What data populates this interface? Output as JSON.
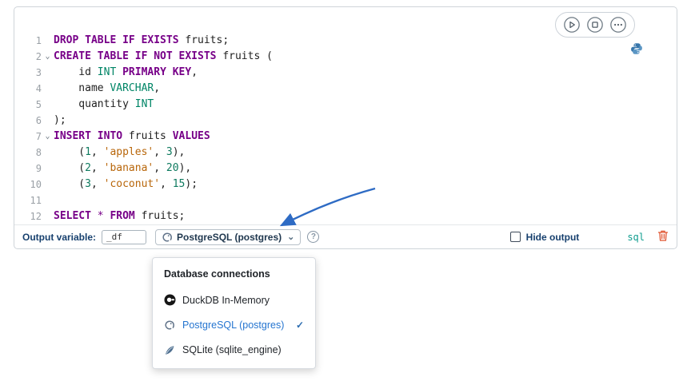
{
  "cell": {
    "toolbar": {
      "buttons": [
        {
          "name": "run-button",
          "icon": "play-icon"
        },
        {
          "name": "interrupt-button",
          "icon": "stop-icon"
        },
        {
          "name": "more-actions-button",
          "icon": "ellipsis-icon"
        }
      ]
    },
    "kernel_icon": "python-icon",
    "editor": {
      "lines": [
        {
          "n": "1",
          "fold": false,
          "tokens": [
            {
              "t": "DROP TABLE IF EXISTS",
              "s": "kw"
            },
            {
              "t": " fruits;",
              "s": "pl"
            }
          ]
        },
        {
          "n": "2",
          "fold": true,
          "tokens": [
            {
              "t": "CREATE TABLE IF NOT EXISTS",
              "s": "kw"
            },
            {
              "t": " fruits (",
              "s": "pl"
            }
          ]
        },
        {
          "n": "3",
          "fold": false,
          "tokens": [
            {
              "t": "    id ",
              "s": "pl"
            },
            {
              "t": "INT",
              "s": "ty"
            },
            {
              "t": " ",
              "s": "pl"
            },
            {
              "t": "PRIMARY KEY",
              "s": "kw"
            },
            {
              "t": ",",
              "s": "pl"
            }
          ]
        },
        {
          "n": "4",
          "fold": false,
          "tokens": [
            {
              "t": "    name ",
              "s": "pl"
            },
            {
              "t": "VARCHAR",
              "s": "ty"
            },
            {
              "t": ",",
              "s": "pl"
            }
          ]
        },
        {
          "n": "5",
          "fold": false,
          "tokens": [
            {
              "t": "    quantity ",
              "s": "pl"
            },
            {
              "t": "INT",
              "s": "ty"
            }
          ]
        },
        {
          "n": "6",
          "fold": false,
          "tokens": [
            {
              "t": ");",
              "s": "pl"
            }
          ]
        },
        {
          "n": "7",
          "fold": true,
          "tokens": [
            {
              "t": "INSERT INTO",
              "s": "kw"
            },
            {
              "t": " fruits ",
              "s": "pl"
            },
            {
              "t": "VALUES",
              "s": "kw"
            }
          ]
        },
        {
          "n": "8",
          "fold": false,
          "tokens": [
            {
              "t": "    (",
              "s": "pl"
            },
            {
              "t": "1",
              "s": "num"
            },
            {
              "t": ", ",
              "s": "pl"
            },
            {
              "t": "'apples'",
              "s": "str"
            },
            {
              "t": ", ",
              "s": "pl"
            },
            {
              "t": "3",
              "s": "num"
            },
            {
              "t": "),",
              "s": "pl"
            }
          ]
        },
        {
          "n": "9",
          "fold": false,
          "tokens": [
            {
              "t": "    (",
              "s": "pl"
            },
            {
              "t": "2",
              "s": "num"
            },
            {
              "t": ", ",
              "s": "pl"
            },
            {
              "t": "'banana'",
              "s": "str"
            },
            {
              "t": ", ",
              "s": "pl"
            },
            {
              "t": "20",
              "s": "num"
            },
            {
              "t": "),",
              "s": "pl"
            }
          ]
        },
        {
          "n": "10",
          "fold": false,
          "tokens": [
            {
              "t": "    (",
              "s": "pl"
            },
            {
              "t": "3",
              "s": "num"
            },
            {
              "t": ", ",
              "s": "pl"
            },
            {
              "t": "'coconut'",
              "s": "str"
            },
            {
              "t": ", ",
              "s": "pl"
            },
            {
              "t": "15",
              "s": "num"
            },
            {
              "t": ");",
              "s": "pl"
            }
          ]
        },
        {
          "n": "11",
          "fold": false,
          "tokens": []
        },
        {
          "n": "12",
          "fold": false,
          "tokens": [
            {
              "t": "SELECT",
              "s": "kw"
            },
            {
              "t": " ",
              "s": "pl"
            },
            {
              "t": "*",
              "s": "op"
            },
            {
              "t": " ",
              "s": "pl"
            },
            {
              "t": "FROM",
              "s": "kw"
            },
            {
              "t": " fruits;",
              "s": "pl"
            }
          ]
        }
      ]
    },
    "footer": {
      "output_variable_label": "Output variable:",
      "output_variable_value": "_df",
      "connection": {
        "label": "PostgreSQL (postgres)",
        "icon": "postgresql-icon"
      },
      "help_glyph": "?",
      "hide_output_label": "Hide output",
      "hide_output_checked": false,
      "language_label": "sql"
    }
  },
  "dropdown": {
    "title": "Database connections",
    "check_glyph": "✓",
    "items": [
      {
        "label": "DuckDB In-Memory",
        "icon": "duckdb-icon",
        "selected": false
      },
      {
        "label": "PostgreSQL (postgres)",
        "icon": "postgresql-icon",
        "selected": true
      },
      {
        "label": "SQLite (sqlite_engine)",
        "icon": "sqlite-icon",
        "selected": false
      }
    ]
  },
  "glyphs": {
    "chevron_down": "⌄",
    "fold_chevron": "⌄"
  },
  "annotation": {
    "arrow_color": "#2e6bc4"
  },
  "colors": {
    "keyword": "#770088",
    "type": "#008566",
    "number": "#0e7a5f",
    "string": "#b8660a",
    "accent_blue": "#2575d0",
    "language": "#0f9d8f",
    "trash": "#e0532f",
    "footer_label": "#17406e"
  }
}
